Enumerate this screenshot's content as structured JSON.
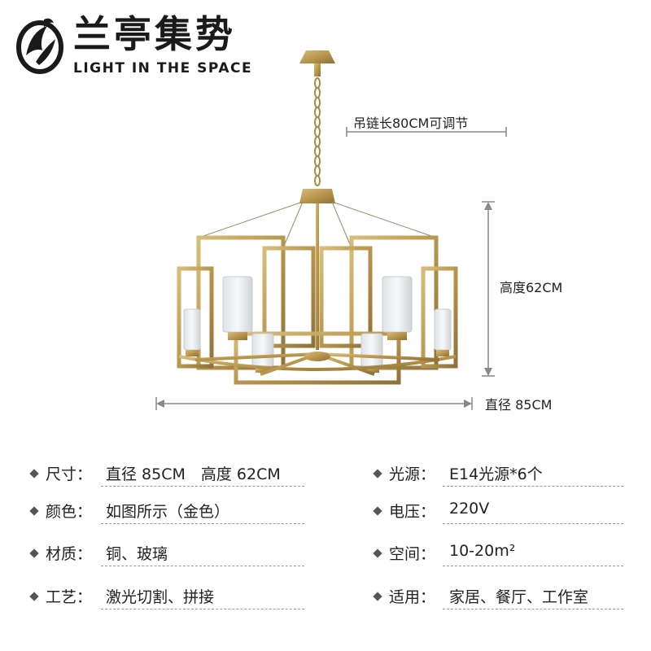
{
  "brand": {
    "name_cn": "兰亭集势",
    "name_en": "LIGHT IN THE SPACE"
  },
  "dimensions": {
    "chain": "吊链长80CM可调节",
    "height": "高度62CM",
    "diameter": "直径 85CM"
  },
  "specs_left": [
    {
      "label": "尺寸：",
      "value": "直径 85CM　高度 62CM"
    },
    {
      "label": "颜色：",
      "value": "如图所示（金色）"
    },
    {
      "label": "材质：",
      "value": "铜、玻璃"
    },
    {
      "label": "工艺：",
      "value": "激光切割、拼接"
    }
  ],
  "specs_right": [
    {
      "label": "光源：",
      "value": "E14光源*6个"
    },
    {
      "label": "电压：",
      "value": "220V"
    },
    {
      "label": "空间：",
      "value": "10-20m²"
    },
    {
      "label": "适用：",
      "value": "家居、餐厅、工作室"
    }
  ],
  "colors": {
    "brass": "#b8964e",
    "text": "#222222",
    "line": "#888888"
  }
}
